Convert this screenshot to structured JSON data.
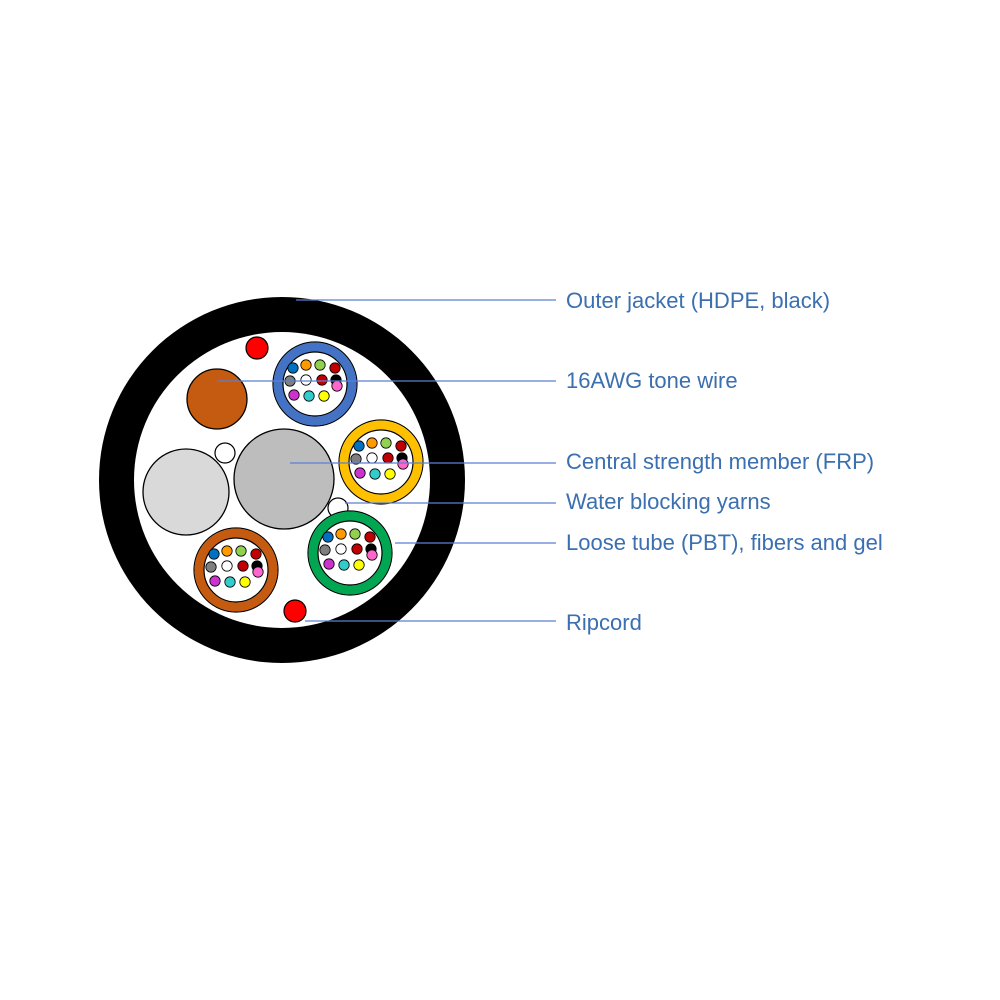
{
  "colors": {
    "jacket": "#000000",
    "core_fill": "#ffffff",
    "strength_member": "#bdbdbd",
    "filler": "#d9d9d9",
    "tone_wire": "#c55a11",
    "ripcord": "#ff0000",
    "label_text": "#3b6fb0",
    "leader_line": "#5b7fd6"
  },
  "loose_tubes": [
    {
      "name": "blue-tube",
      "color": "#4472c4"
    },
    {
      "name": "orange-tube",
      "color": "#ffc000"
    },
    {
      "name": "green-tube",
      "color": "#00a651"
    },
    {
      "name": "brown-tube",
      "color": "#c55a11"
    }
  ],
  "fiber_colors": [
    "#0070c0",
    "#ff9900",
    "#92d050",
    "#7f7f7f",
    "#ffffff",
    "#c00000",
    "#000000",
    "#cc33cc",
    "#33cccc",
    "#ffff00",
    "#ff66cc",
    "#c00000"
  ],
  "callouts": [
    {
      "id": "outer-jacket",
      "text": "Outer jacket (HDPE, black)"
    },
    {
      "id": "tone-wire",
      "text": "16AWG tone wire"
    },
    {
      "id": "strength-member",
      "text": "Central strength member (FRP)"
    },
    {
      "id": "water-blocking",
      "text": "Water blocking yarns"
    },
    {
      "id": "loose-tube",
      "text": "Loose tube (PBT), fibers and gel"
    },
    {
      "id": "ripcord",
      "text": "Ripcord"
    }
  ]
}
